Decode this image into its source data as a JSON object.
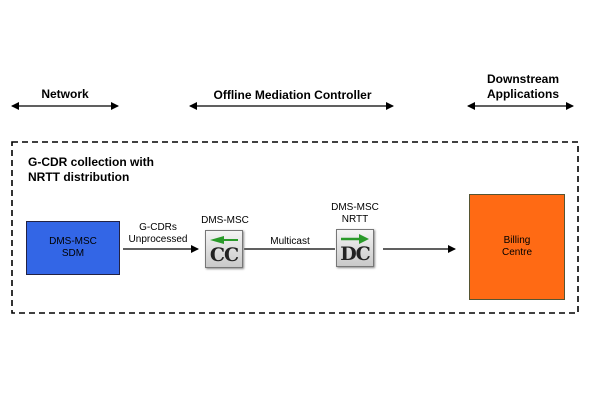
{
  "headers": {
    "network": "Network",
    "mediation": "Offline Mediation Controller",
    "downstream": "Downstream\nApplications"
  },
  "frame": {
    "title": "G-CDR collection with\nNRTT distribution"
  },
  "nodes": {
    "sdm": {
      "label": "DMS-MSC\nSDM",
      "color": "#3366e6"
    },
    "cc": {
      "caption": "DMS-MSC",
      "icon_text": "CC"
    },
    "dc": {
      "caption": "DMS-MSC\nNRTT",
      "icon_text": "DC"
    },
    "billing": {
      "label": "Billing\nCentre",
      "color": "#ff6a14"
    }
  },
  "edges": {
    "sdm_to_cc": "G-CDRs\nUnprocessed",
    "cc_to_dc": "Multicast"
  },
  "colors": {
    "icon_arrow": "#2a9a2a"
  }
}
